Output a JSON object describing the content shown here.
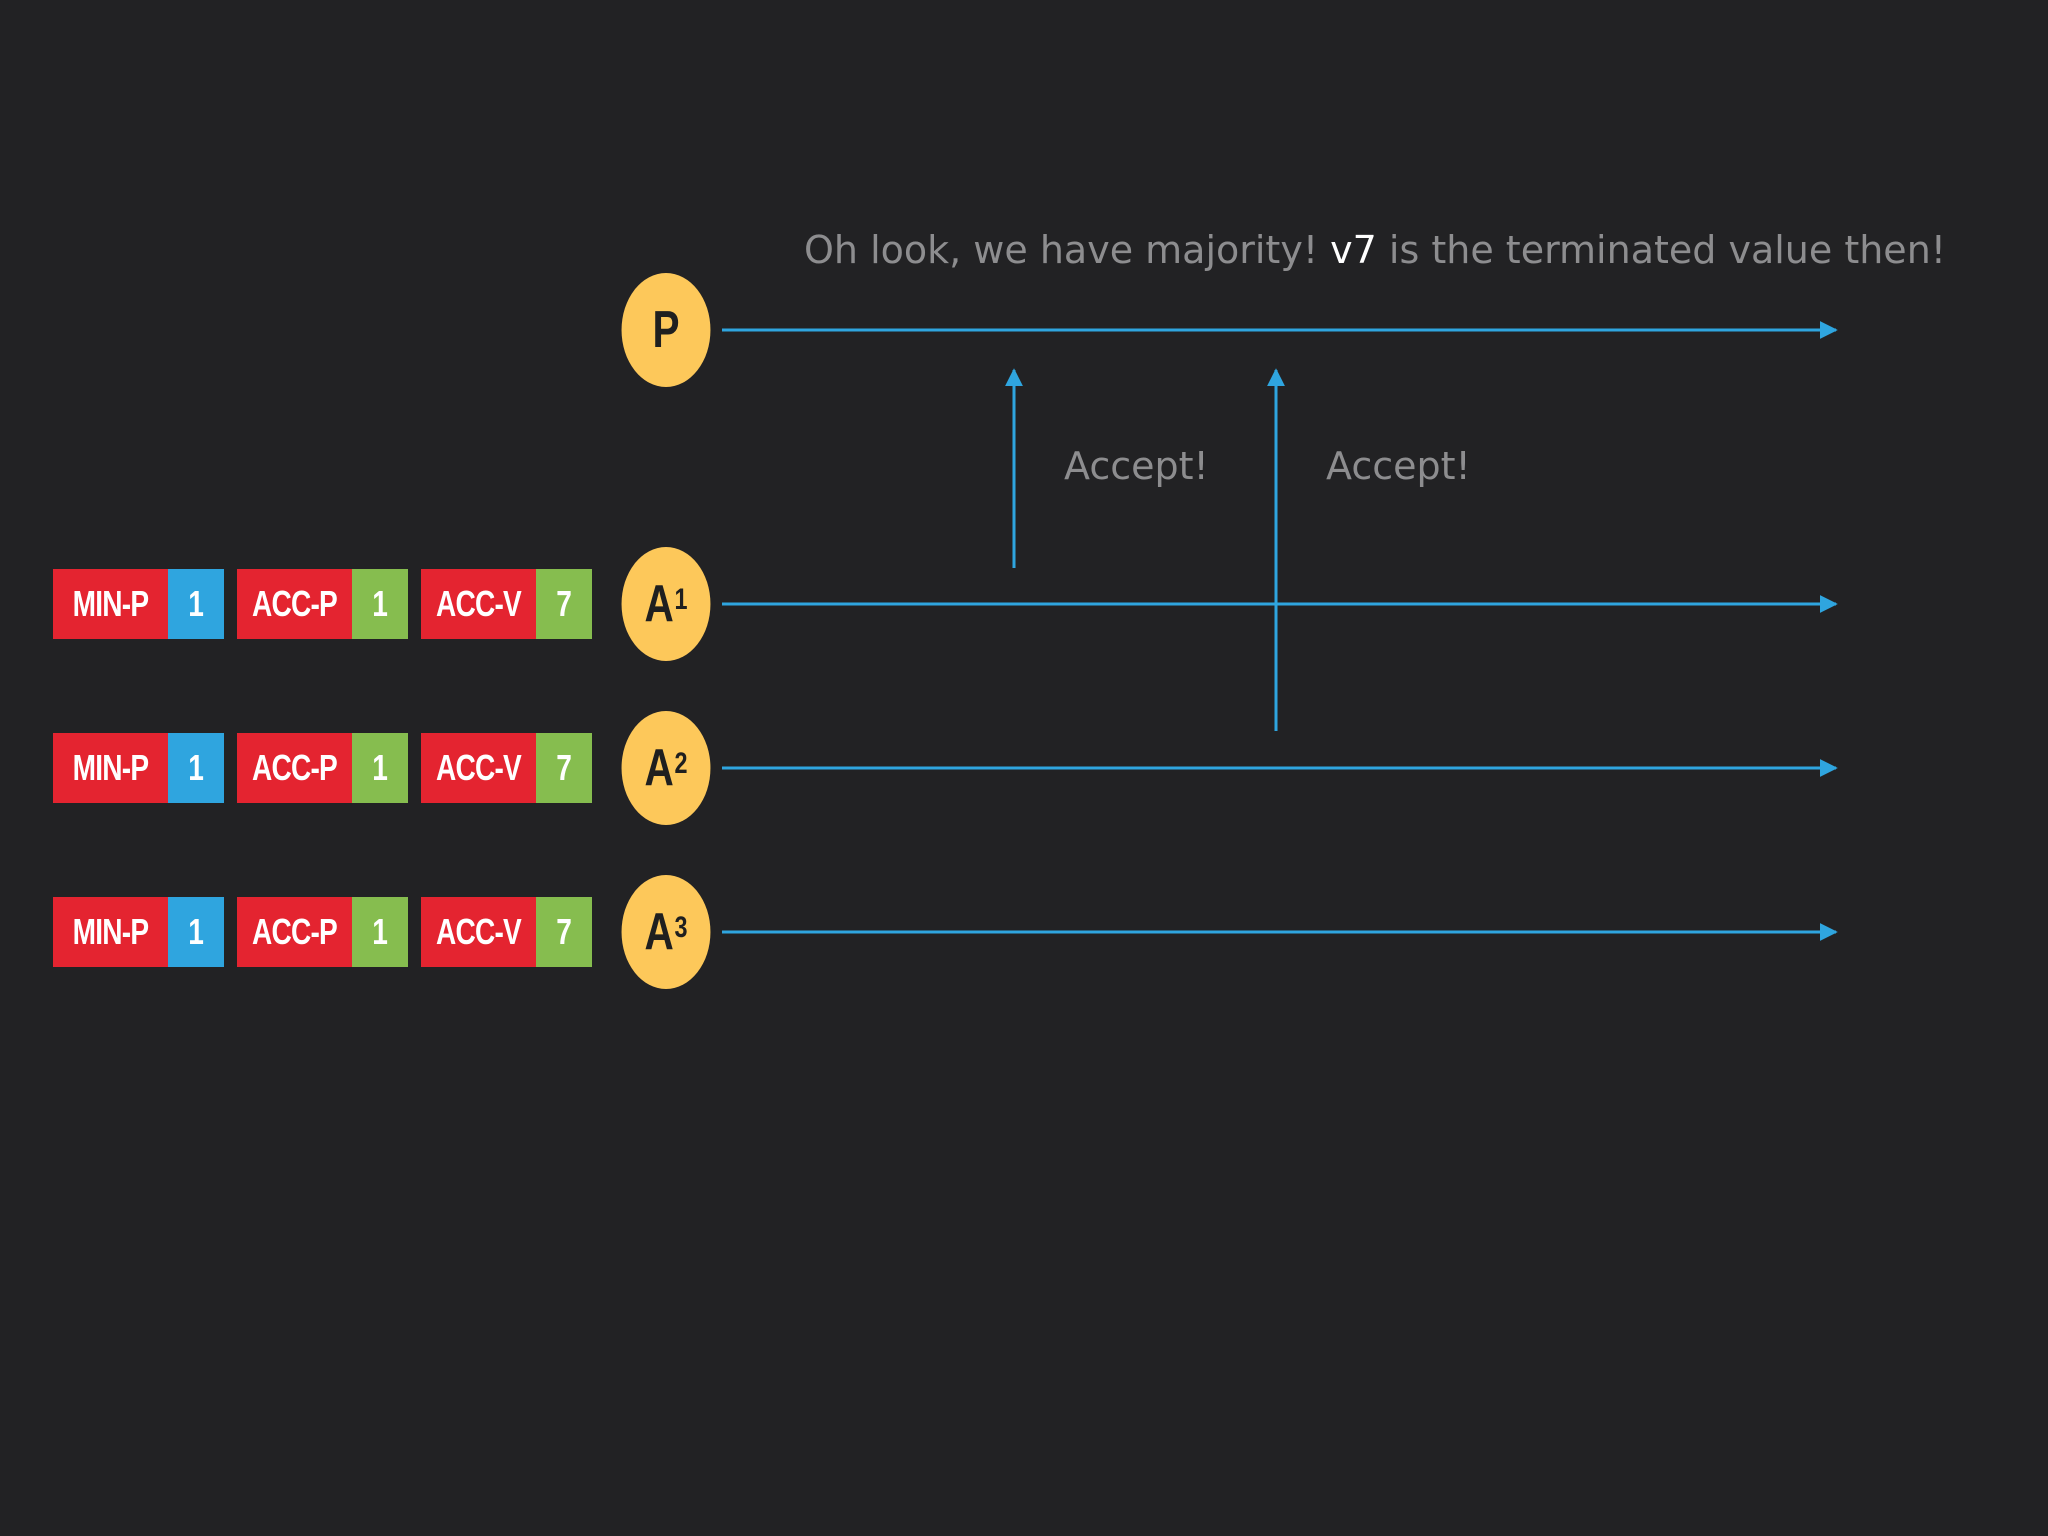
{
  "headline": {
    "prefix": "Oh look, we have majority!",
    "highlight": "v7",
    "suffix": "is the terminated value then!"
  },
  "messages": [
    {
      "label": "Accept!",
      "from": "A1",
      "to": "P"
    },
    {
      "label": "Accept!",
      "from": "A2",
      "to": "P"
    }
  ],
  "nodes": [
    {
      "id": "P",
      "letter": "P",
      "sub": ""
    },
    {
      "id": "A1",
      "letter": "A",
      "sub": "1"
    },
    {
      "id": "A2",
      "letter": "A",
      "sub": "2"
    },
    {
      "id": "A3",
      "letter": "A",
      "sub": "3"
    }
  ],
  "acceptors": [
    {
      "min_p_label": "MIN-P",
      "min_p": "1",
      "acc_p_label": "ACC-P",
      "acc_p": "1",
      "acc_v_label": "ACC-V",
      "acc_v": "7"
    },
    {
      "min_p_label": "MIN-P",
      "min_p": "1",
      "acc_p_label": "ACC-P",
      "acc_p": "1",
      "acc_v_label": "ACC-V",
      "acc_v": "7"
    },
    {
      "min_p_label": "MIN-P",
      "min_p": "1",
      "acc_p_label": "ACC-P",
      "acc_p": "1",
      "acc_v_label": "ACC-V",
      "acc_v": "7"
    }
  ],
  "colors": {
    "background": "#222224",
    "node": "#fdc85a",
    "line": "#2fa5df",
    "label_red": "#e42430",
    "value_blue": "#2fa5df",
    "value_green": "#86bd4f",
    "text_gray": "#8d8d8f"
  }
}
